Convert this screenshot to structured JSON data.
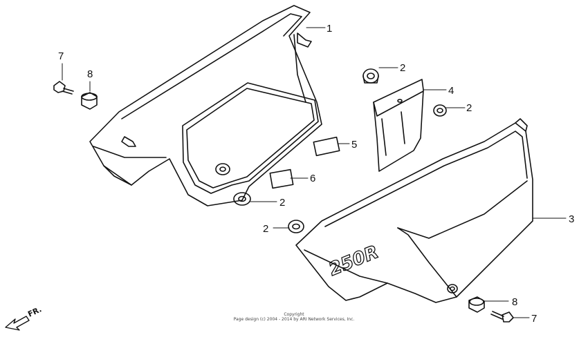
{
  "diagram": {
    "callouts": {
      "c1": "1",
      "c2a": "2",
      "c2b": "2",
      "c2c": "2",
      "c2d": "2",
      "c3": "3",
      "c4": "4",
      "c5": "5",
      "c6": "6",
      "c7a": "7",
      "c7b": "7",
      "c8a": "8",
      "c8b": "8"
    },
    "emblem_text": "250R",
    "front_indicator": "FR.",
    "copyright": {
      "line1": "Copyright",
      "line2": "Page design (c) 2004 - 2014 by ARI Network Services, Inc."
    }
  }
}
